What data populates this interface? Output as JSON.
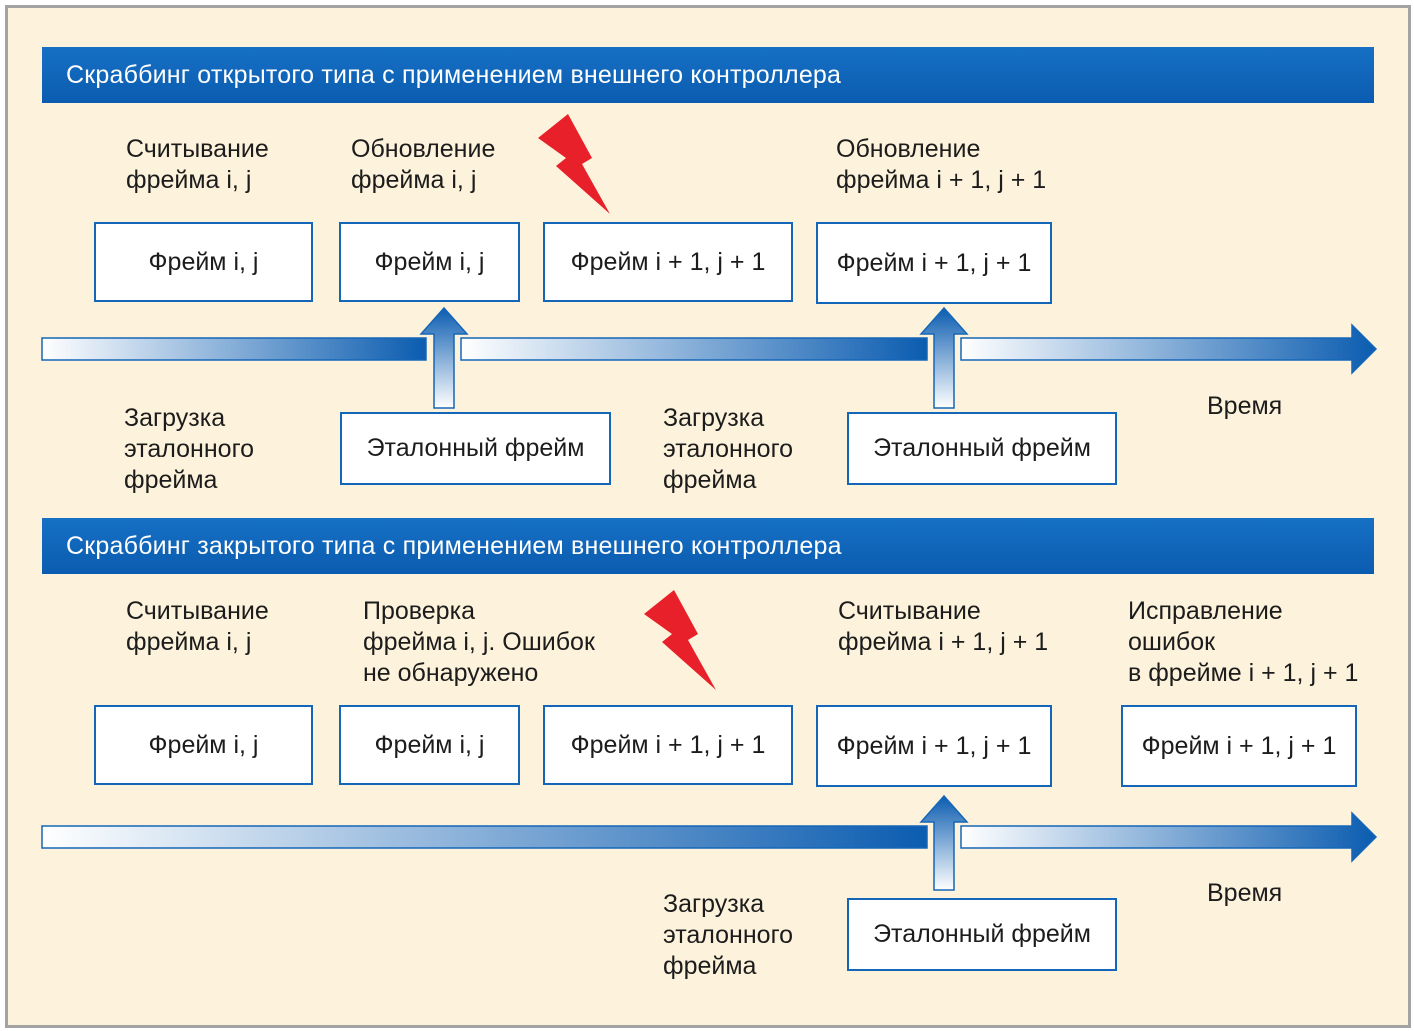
{
  "colors": {
    "background": "#fdf3dc",
    "accent": "#0b5cb0",
    "box_border": "#1466b8",
    "lightning": "#e8202a"
  },
  "open_scrub": {
    "title": "Скраббинг открытого типа с применением внешнего контроллера",
    "step_labels": [
      "Считывание\nфрейма i, j",
      "Обновление\nфрейма i, j",
      "Обновление\nфрейма i + 1, j + 1"
    ],
    "frames": [
      "Фрейм i, j",
      "Фрейм i, j",
      "Фрейм i + 1, j + 1",
      "Фрейм i + 1, j + 1"
    ],
    "load_labels": [
      "Загрузка\nэталонного\nфрейма",
      "Загрузка\nэталонного\nфрейма"
    ],
    "reference_frames": [
      "Эталонный фрейм",
      "Эталонный фрейм"
    ],
    "time_label": "Время",
    "fault_icon": "lightning-icon"
  },
  "closed_scrub": {
    "title": "Скраббинг закрытого типа с применением внешнего контроллера",
    "step_labels": [
      "Считывание\nфрейма i, j",
      "Проверка\nфрейма i, j. Ошибок\nне обнаружено",
      "Считывание\nфрейма i + 1, j + 1",
      "Исправление\nошибок\nв фрейме i + 1, j + 1"
    ],
    "frames": [
      "Фрейм i, j",
      "Фрейм i, j",
      "Фрейм i + 1, j + 1",
      "Фрейм i + 1, j + 1",
      "Фрейм i + 1, j + 1"
    ],
    "load_labels": [
      "Загрузка\nэталонного\nфрейма"
    ],
    "reference_frames": [
      "Эталонный фрейм"
    ],
    "time_label": "Время",
    "fault_icon": "lightning-icon"
  }
}
